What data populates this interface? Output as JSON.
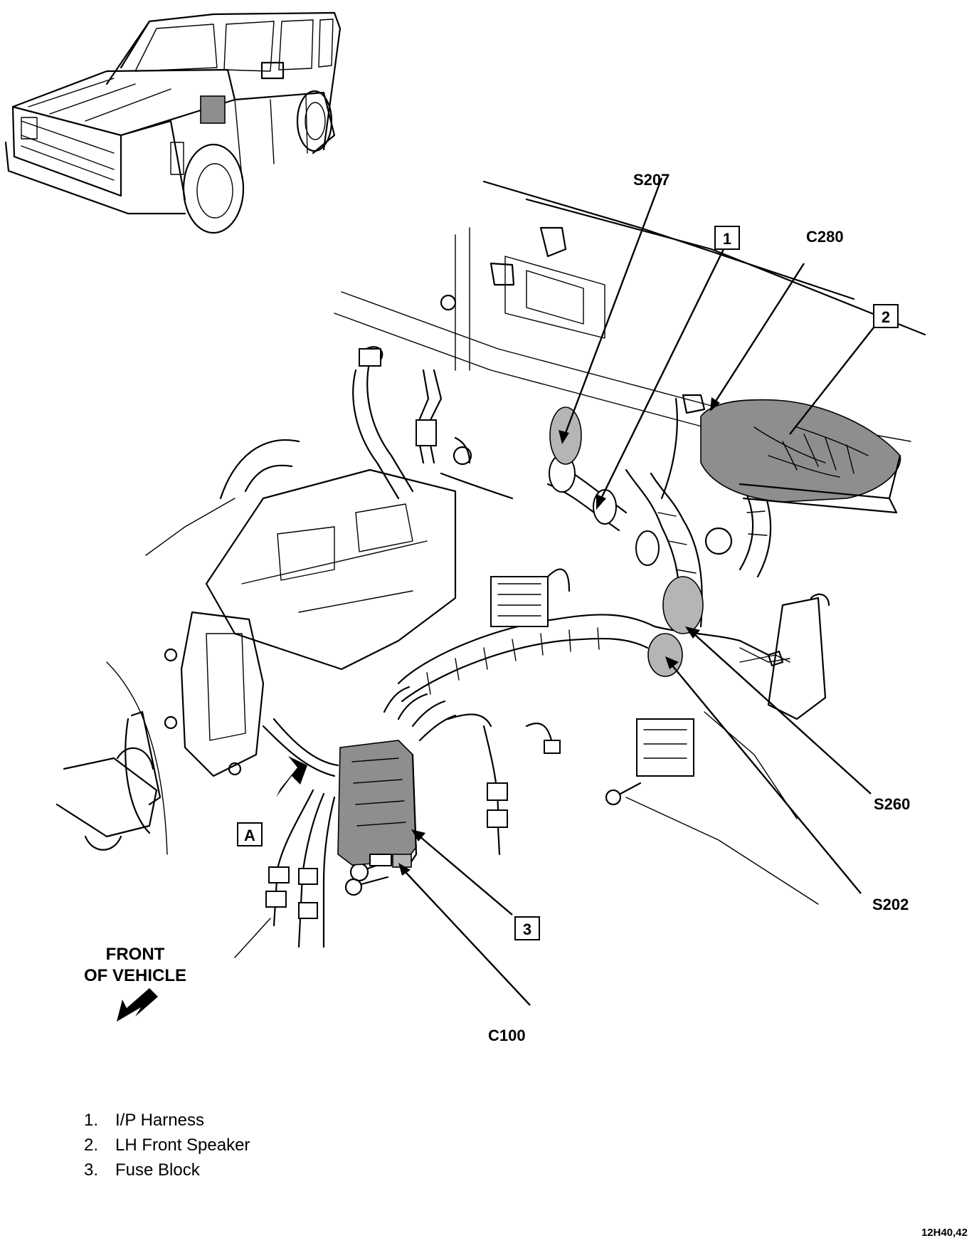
{
  "callouts": {
    "s207": "S207",
    "c280": "C280",
    "s260": "S260",
    "s202": "S202",
    "c100": "C100"
  },
  "boxes": {
    "box1": "1",
    "box2": "2",
    "box3": "3",
    "boxA": "A"
  },
  "front_label": {
    "line1": "FRONT",
    "line2": "OF VEHICLE"
  },
  "legend": [
    {
      "num": "1.",
      "text": "I/P Harness"
    },
    {
      "num": "2.",
      "text": "LH Front Speaker"
    },
    {
      "num": "3.",
      "text": "Fuse Block"
    }
  ],
  "figure_code": "12H40,42",
  "colors": {
    "ink": "#000000",
    "shading": "#8e8e8e",
    "paper": "#ffffff"
  }
}
